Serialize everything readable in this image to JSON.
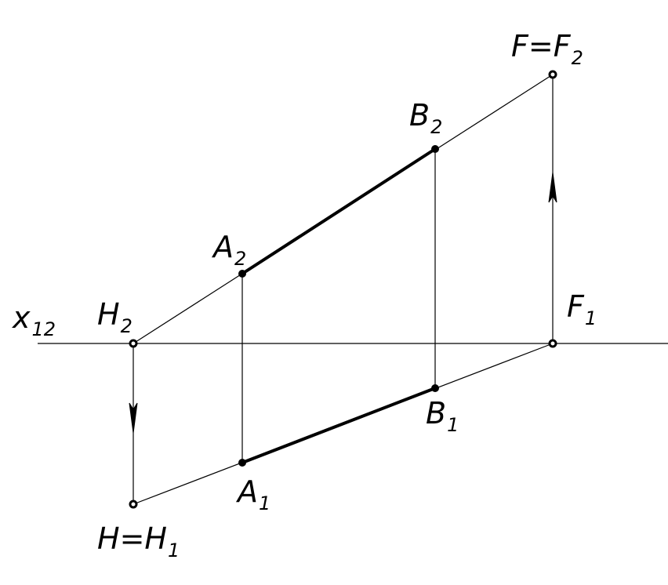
{
  "axis": {
    "label": "x",
    "sub": "12"
  },
  "points": {
    "H2": {
      "main": "H",
      "sub": "2"
    },
    "A2": {
      "main": "A",
      "sub": "2"
    },
    "B2": {
      "main": "B",
      "sub": "2"
    },
    "F2": {
      "main": "F=F",
      "sub": "2"
    },
    "F1": {
      "main": "F",
      "sub": "1"
    },
    "B1": {
      "main": "B",
      "sub": "1"
    },
    "A1": {
      "main": "A",
      "sub": "1"
    },
    "H1": {
      "main": "H=H",
      "sub": "1"
    }
  },
  "colors": {
    "line": "#000000",
    "background": "#ffffff"
  }
}
